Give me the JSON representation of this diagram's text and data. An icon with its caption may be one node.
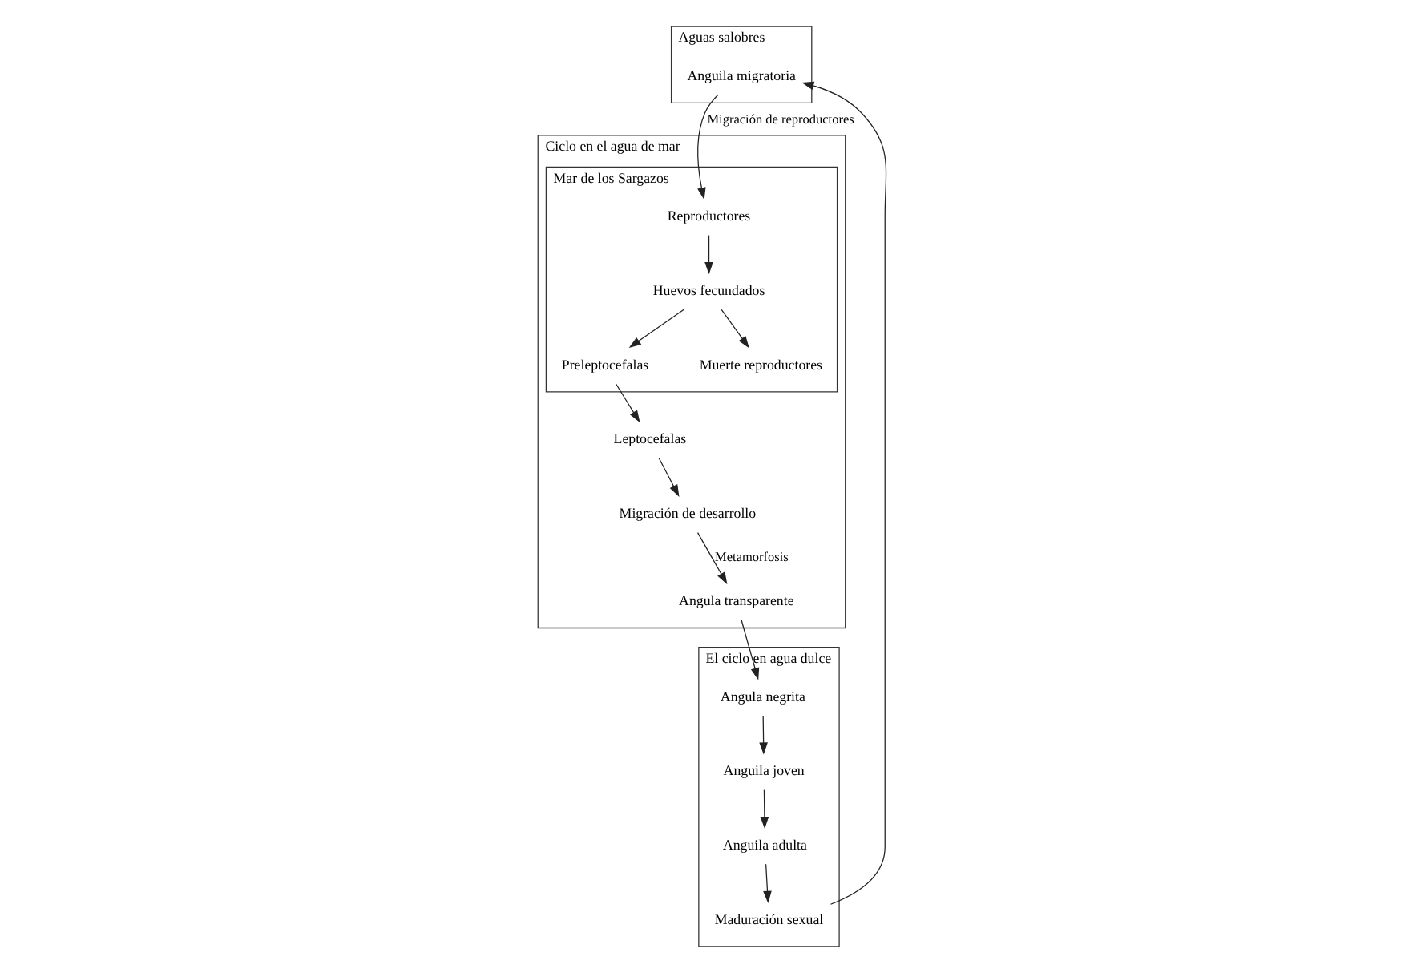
{
  "diagram": {
    "nodes": [
      {
        "text": [
          "Ciclo en el agua de mar"
        ]
      },
      {
        "text": [
          "Migración de desarrollo"
        ],
        "in": 0
      },
      {
        "text": [
          "Angula transparente"
        ],
        "in": 0
      },
      {
        "text": [
          "Leptocefalas"
        ],
        "in": 0
      },
      {
        "text": [
          "Mar de los Sargazos"
        ],
        "in": 0
      },
      {
        "text": [
          "Preleptocefalas"
        ],
        "in": 4
      },
      {
        "text": [
          "Muerte reproductores"
        ],
        "in": 4
      },
      {
        "text": [
          "Huevos fecundados"
        ],
        "in": 4
      },
      {
        "text": [
          "Reproductores"
        ],
        "in": 4
      },
      {
        "text": [
          "Aguas salobres"
        ]
      },
      {
        "text": [
          "Anguila migratoria"
        ],
        "in": 9
      },
      {
        "text": [
          "El ciclo en agua dulce"
        ]
      },
      {
        "text": [
          "Angula negrita"
        ],
        "in": 11
      },
      {
        "text": [
          "Anguila joven"
        ],
        "in": 11
      },
      {
        "text": [
          "Anguila adulta"
        ],
        "in": 11
      },
      {
        "text": [
          "Maduración sexual"
        ],
        "in": 11
      }
    ],
    "edges": [
      {
        "from": 3,
        "to": 1,
        "arrow": "to"
      },
      {
        "from": 1,
        "to": 2,
        "arrow": "to",
        "label": "Metamorfosis"
      },
      {
        "from": 2,
        "to": 12,
        "arrow": "to"
      },
      {
        "from": 12,
        "to": 13,
        "arrow": "to"
      },
      {
        "from": 13,
        "to": 14,
        "arrow": "to"
      },
      {
        "from": 14,
        "to": 15,
        "arrow": "to"
      },
      {
        "from": 15,
        "to": 10,
        "arrow": "to"
      },
      {
        "from": 10,
        "to": 8,
        "arrow": "to",
        "label": "Migración de reproductores"
      },
      {
        "from": 8,
        "to": 7,
        "arrow": "to"
      },
      {
        "from": 7,
        "to": 5,
        "arrow": "to"
      },
      {
        "from": 7,
        "to": 6,
        "arrow": "to"
      },
      {
        "from": 5,
        "to": 3,
        "arrow": "to"
      }
    ]
  }
}
